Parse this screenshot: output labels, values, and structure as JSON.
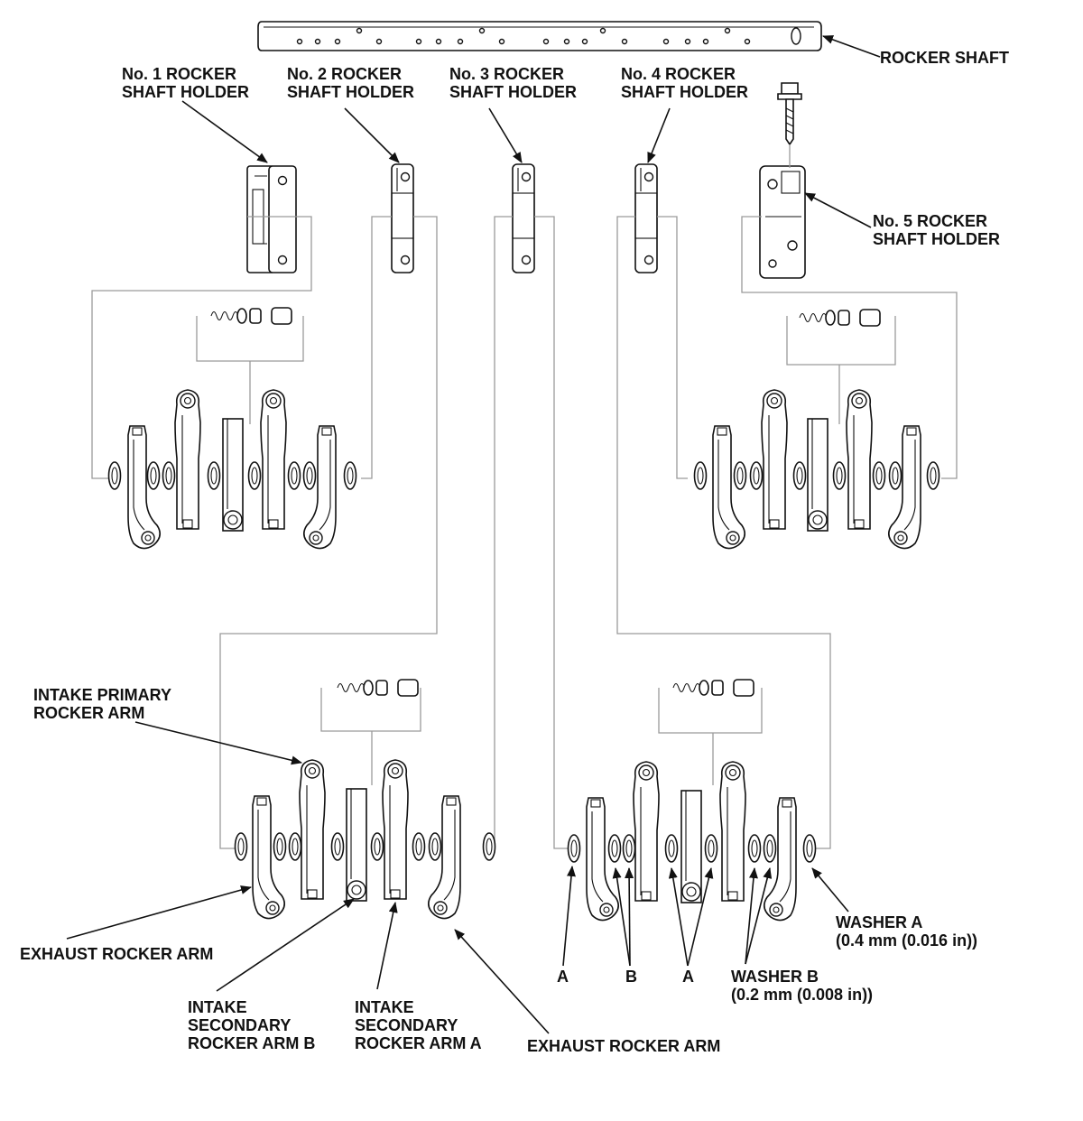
{
  "labels": {
    "rocker_shaft": "ROCKER SHAFT",
    "holder1": [
      "No. 1 ROCKER",
      "SHAFT HOLDER"
    ],
    "holder2": [
      "No. 2 ROCKER",
      "SHAFT HOLDER"
    ],
    "holder3": [
      "No. 3 ROCKER",
      "SHAFT HOLDER"
    ],
    "holder4": [
      "No. 4 ROCKER",
      "SHAFT HOLDER"
    ],
    "holder5": [
      "No. 5 ROCKER",
      "SHAFT HOLDER"
    ],
    "intake_primary": [
      "INTAKE PRIMARY",
      "ROCKER ARM"
    ],
    "exhaust_left": "EXHAUST ROCKER ARM",
    "intake_secondary_b": [
      "INTAKE",
      "SECONDARY",
      "ROCKER ARM B"
    ],
    "intake_secondary_a": [
      "INTAKE",
      "SECONDARY",
      "ROCKER ARM A"
    ],
    "exhaust_bottom": "EXHAUST ROCKER ARM",
    "washer_a": [
      "WASHER A",
      "(0.4 mm (0.016 in))"
    ],
    "washer_b": [
      "WASHER B",
      "(0.2 mm (0.008 in))"
    ],
    "marker_a1": "A",
    "marker_b": "B",
    "marker_a2": "A"
  }
}
